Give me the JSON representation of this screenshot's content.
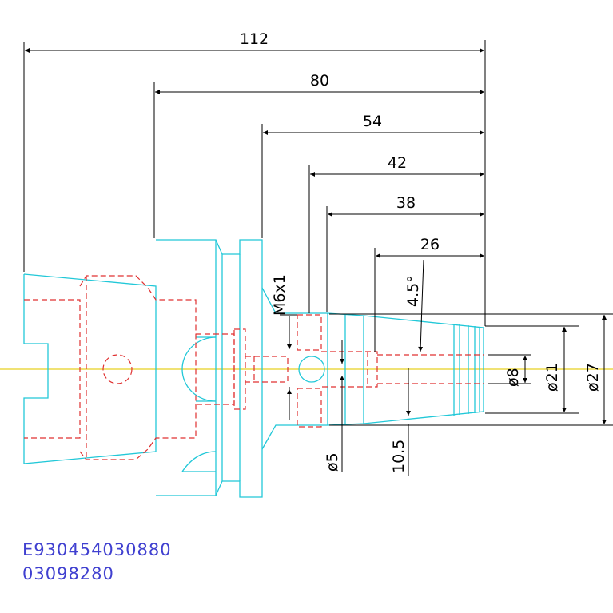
{
  "title_block": {
    "part_number": "E930454030880",
    "drawing_number": "03098280"
  },
  "dimensions": {
    "length_112": "112",
    "length_80": "80",
    "length_54": "54",
    "length_42": "42",
    "length_38": "38",
    "length_26": "26",
    "taper_angle": "4.5°",
    "thread": "M6x1",
    "dia_8": "ø8",
    "dia_21": "ø21",
    "dia_27": "ø27",
    "dia_5": "ø5",
    "length_10_5": "10.5"
  },
  "colors": {
    "outline": "#22c8d8",
    "hidden": "#e03030",
    "centerline": "#e8d020",
    "dimension": "#000000",
    "code": "#4040d0"
  }
}
